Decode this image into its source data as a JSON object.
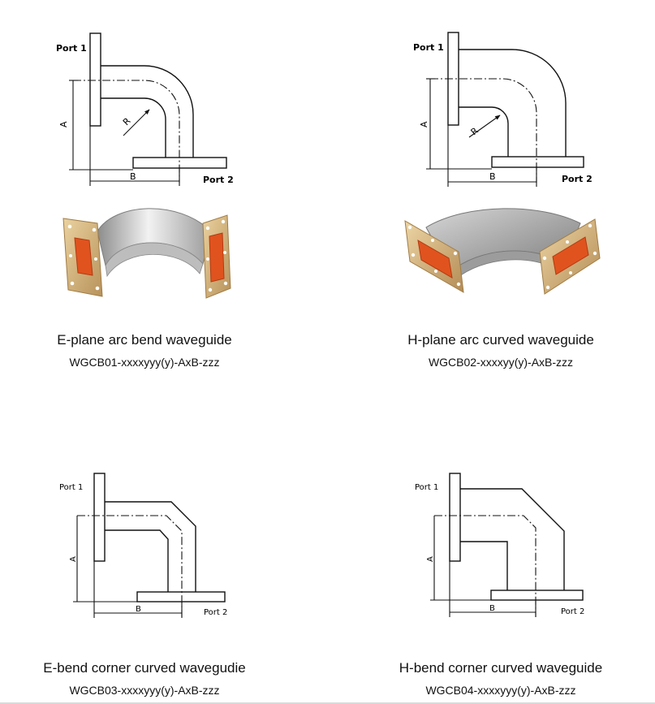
{
  "items": [
    {
      "title": "E-plane arc bend waveguide",
      "code": "WGCB01-xxxxyyy(y)-AxB-zzz",
      "labels": {
        "port1": "Port 1",
        "port2": "Port 2",
        "a": "A",
        "b": "B",
        "r": "R"
      }
    },
    {
      "title": "H-plane arc curved waveguide",
      "code": "WGCB02-xxxxyy(y)-AxB-zzz",
      "labels": {
        "port1": "Port 1",
        "port2": "Port 2",
        "a": "A",
        "b": "B",
        "r": "R"
      }
    },
    {
      "title": "E-bend corner curved wavegudie",
      "code": "WGCB03-xxxxyyy(y)-AxB-zzz",
      "labels": {
        "port1": "Port 1",
        "port2": "Port 2",
        "a": "A",
        "b": "B"
      }
    },
    {
      "title": "H-bend corner curved waveguide",
      "code": "WGCB04-xxxxyyy(y)-AxB-zzz",
      "labels": {
        "port1": "Port 1",
        "port2": "Port 2",
        "a": "A",
        "b": "B"
      }
    }
  ],
  "colors": {
    "flange": "#d8b67a",
    "flange_dark": "#b8925a",
    "aperture": "#e0531f",
    "metal_light": "#dcdcdc",
    "metal_dark": "#8c8c8c",
    "line": "#111111"
  }
}
